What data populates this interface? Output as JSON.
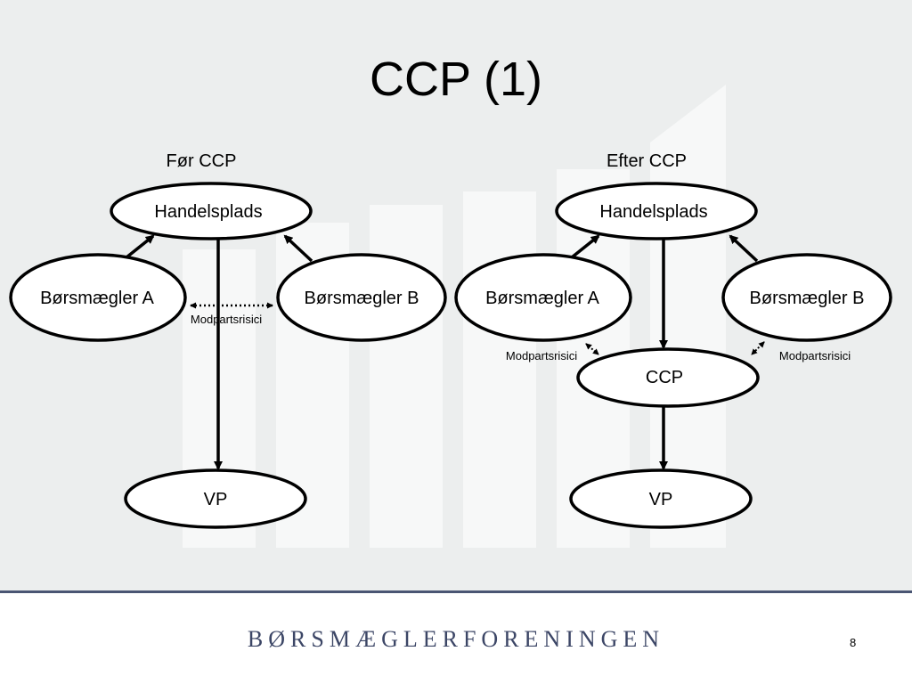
{
  "slide": {
    "title": "CCP (1)",
    "page_number": "8"
  },
  "left_diagram": {
    "heading": "Før CCP",
    "handelsplads": "Handelsplads",
    "broker_a": "Børsmægler A",
    "broker_b": "Børsmægler B",
    "counterparty_risk": "Modpartsrisici",
    "vp": "VP"
  },
  "right_diagram": {
    "heading": "Efter CCP",
    "handelsplads": "Handelsplads",
    "broker_a": "Børsmægler A",
    "broker_b": "Børsmægler B",
    "ccp": "CCP",
    "counterparty_risk_left": "Modpartsrisici",
    "counterparty_risk_right": "Modpartsrisici",
    "vp": "VP"
  },
  "footer": {
    "logo_text": "BØRSMÆGLERFORENINGEN"
  },
  "colors": {
    "background": "#eceeee",
    "watermark": "#f7f8f8",
    "footer_line": "#4a5573",
    "logo": "#3c4666"
  }
}
